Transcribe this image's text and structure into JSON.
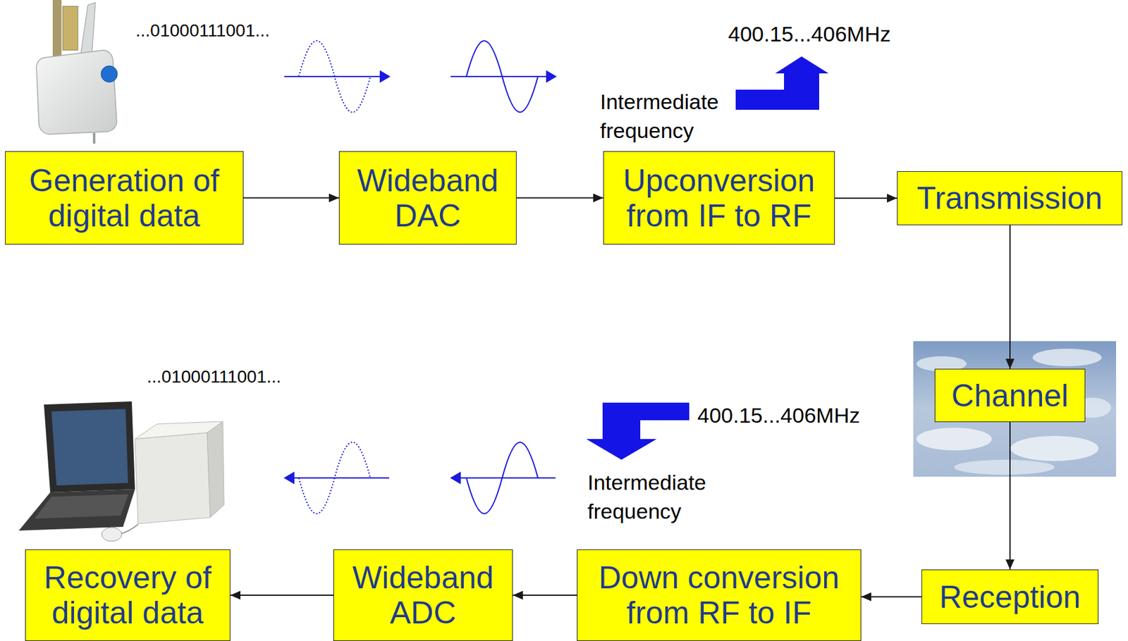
{
  "diagram": {
    "nodes": [
      {
        "text": [
          "Generation of digital data"
        ]
      },
      {
        "text": [
          "Wideband DAC"
        ]
      },
      {
        "text": [
          "Upconversion from IF to RF"
        ]
      },
      {
        "text": [
          "Transmission"
        ]
      },
      {
        "text": [
          "Channel"
        ]
      },
      {
        "text": [
          "Reception"
        ]
      },
      {
        "text": [
          "Down conversion from RF to IF"
        ]
      },
      {
        "text": [
          "Wideband ADC"
        ]
      },
      {
        "text": [
          "Recovery of digital data"
        ]
      }
    ],
    "edges": [
      {
        "from": 0,
        "to": 1,
        "arrow": "to"
      },
      {
        "from": 1,
        "to": 2,
        "arrow": "to"
      },
      {
        "from": 2,
        "to": 3,
        "arrow": "to"
      },
      {
        "from": 3,
        "to": 4,
        "arrow": "to"
      },
      {
        "from": 4,
        "to": 5,
        "arrow": "to"
      },
      {
        "from": 5,
        "to": 6,
        "arrow": "to"
      },
      {
        "from": 6,
        "to": 7,
        "arrow": "to"
      },
      {
        "from": 7,
        "to": 8,
        "arrow": "to"
      }
    ],
    "labels": [
      "...01000111001...",
      "400.15...406MHz",
      "Intermediate frequency",
      "...01000111001...",
      "400.15...406MHz",
      "Intermediate frequency"
    ]
  }
}
